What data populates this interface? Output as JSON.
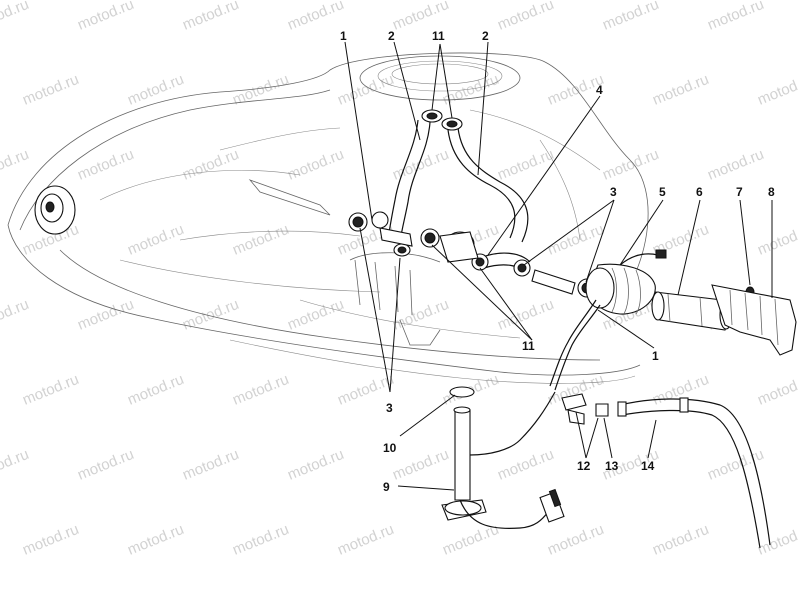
{
  "watermark": "motod.ru",
  "callouts": [
    "1",
    "2",
    "11",
    "2",
    "4",
    "3",
    "5",
    "6",
    "7",
    "8",
    "1",
    "11",
    "3",
    "10",
    "9",
    "12",
    "13",
    "14"
  ]
}
